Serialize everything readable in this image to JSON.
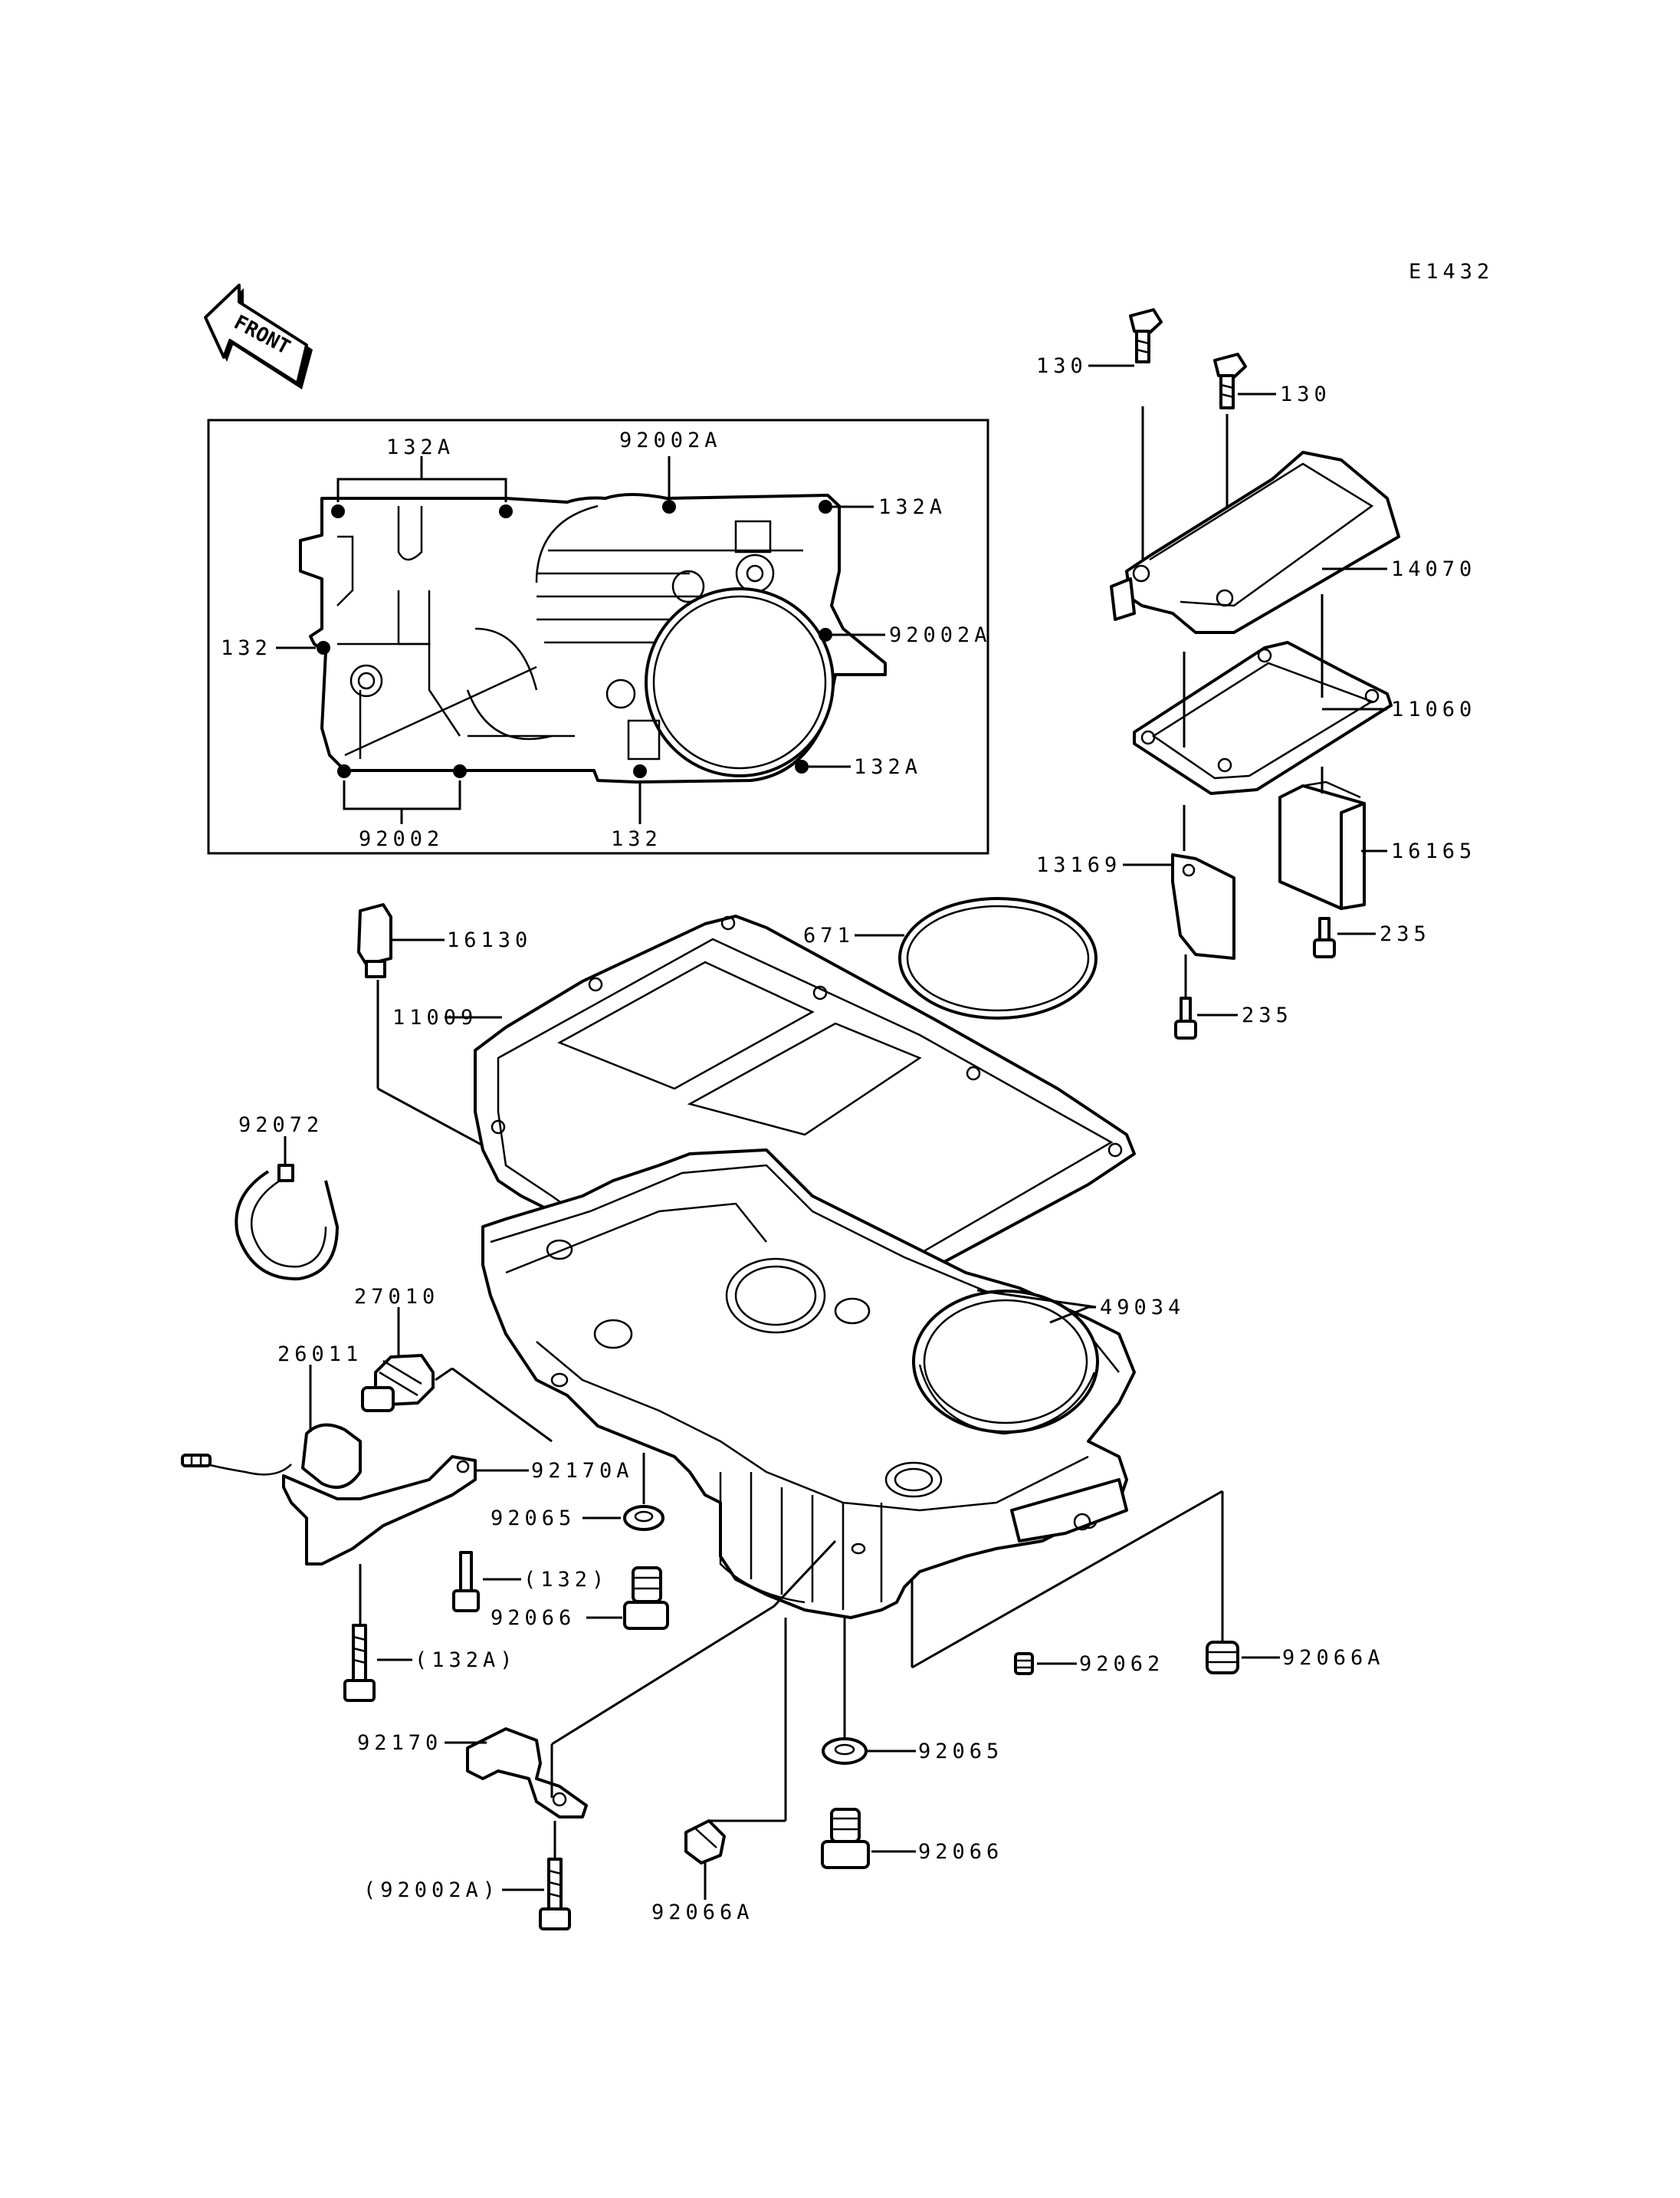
{
  "diagram_code": "E1432",
  "front_arrow": {
    "label": "FRONT",
    "icon": "front-arrow-icon"
  },
  "inset_labels": {
    "label_132A_top": "132A",
    "label_92002A_top": "92002A",
    "label_132A_right_top": "132A",
    "label_132_left": "132",
    "label_92002A_right": "92002A",
    "label_132A_right_bottom": "132A",
    "label_92002_bottom": "92002",
    "label_132_bottom": "132"
  },
  "part_labels": {
    "p130_left": "130",
    "p130_right": "130",
    "p14070": "14070",
    "p11060": "11060",
    "p16165": "16165",
    "p13169": "13169",
    "p235_upper": "235",
    "p235_lower": "235",
    "p16130": "16130",
    "p671": "671",
    "p11009": "11009",
    "p92072": "92072",
    "p27010": "27010",
    "p26011": "26011",
    "p49034": "49034",
    "p92170A": "92170A",
    "p92065_left": "92065",
    "p132_paren": "(132)",
    "p92066_left": "92066",
    "p132A_paren": "(132A)",
    "p92062": "92062",
    "p92066A_right": "92066A",
    "p92170": "92170",
    "p92065_right": "92065",
    "p92066_right": "92066",
    "p92002A_paren": "(92002A)",
    "p92066A_bottom": "92066A"
  }
}
